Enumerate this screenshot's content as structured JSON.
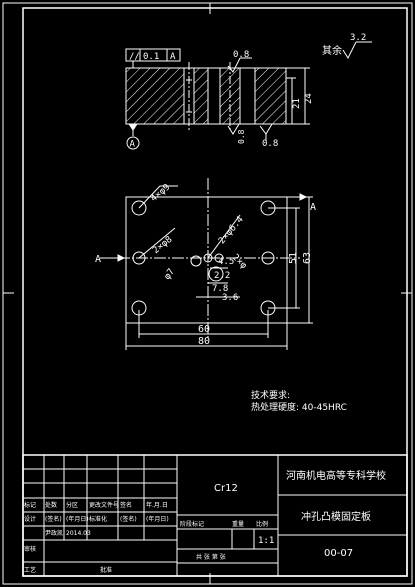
{
  "drawing_title": "冲孔凸模固定板",
  "school": "河南机电高等专科学校",
  "material": "Cr12",
  "drawing_number": "00-07",
  "scale": "1:1",
  "roughness_rest": {
    "label": "其余",
    "value": "3.2"
  },
  "tech_requirements": {
    "title": "技术要求:",
    "items": [
      "热处理硬度: 40-45HRC"
    ]
  },
  "section_view": {
    "tolerance_frame": {
      "symbol": "//",
      "value": "0.1",
      "datum": "A"
    },
    "datum_label": "A",
    "roughness_marks": [
      "0.8",
      "0.8",
      "0.8"
    ],
    "dims": [
      "21",
      "24"
    ]
  },
  "plan_view": {
    "hole_callouts": [
      "4×φ9",
      "2×φ8",
      "2×φ6.4",
      "φ7",
      "4.5",
      "2×φ"
    ],
    "section_marks": [
      "A",
      "A"
    ],
    "dims": {
      "small_a": "2.2",
      "small_b": "7.8",
      "small_c": "3.6",
      "width_inner": "60",
      "width_outer": "80",
      "height_inner": "51",
      "height_outer": "63"
    }
  },
  "title_block": {
    "row_headers": [
      "标记",
      "处数",
      "分区",
      "更改文件号",
      "签名",
      "年.月.日"
    ],
    "design_row": [
      "设计",
      "(签名)",
      "(年月日)",
      "标准化",
      "(签名)",
      "(年月日)"
    ],
    "designer": "尹政凯",
    "design_date": "2014.03",
    "check_row": [
      "阶段标记",
      "重量",
      "比例"
    ],
    "review_label": "审核",
    "process_label": "工艺",
    "approve_label": "批准",
    "sheet_info": "共 张 第 张"
  }
}
